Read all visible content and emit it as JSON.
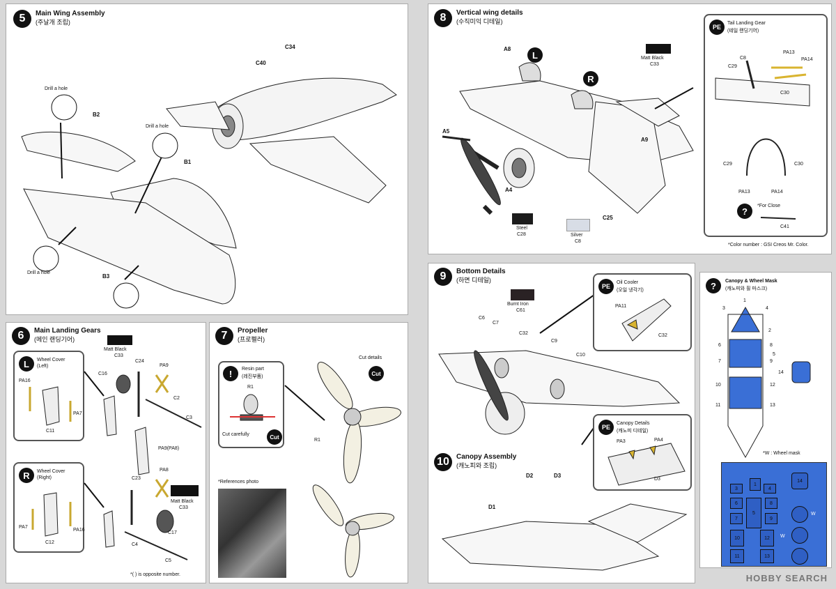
{
  "step5": {
    "num": "5",
    "title": "Main Wing Assembly",
    "sub": "(주날개 조립)",
    "labels": {
      "c34": "C34",
      "c40": "C40",
      "b2": "B2",
      "b1": "B1",
      "b3": "B3",
      "drill1": "Drill a hole",
      "drill2": "Drill a hole",
      "drill3": "Drill a hole"
    }
  },
  "step6": {
    "num": "6",
    "title": "Main Landing Gears",
    "sub": "(메인 랜딩기어)",
    "matt_top": "Matt Black",
    "matt_top_code": "C33",
    "left_badge": "L",
    "left_title": "Wheel Cover",
    "left_sub": "(Left)",
    "right_badge": "R",
    "right_title": "Wheel Cover",
    "right_sub": "(Right)",
    "labels": {
      "pa16a": "PA16",
      "pa7a": "PA7",
      "c11": "C11",
      "c16": "C16",
      "c24": "C24",
      "pa9": "PA9",
      "c2": "C2",
      "c3": "C3",
      "pa9pa8": "PA9(PA8)",
      "c23": "C23",
      "pa8": "PA8",
      "c4": "C4",
      "c5": "C5",
      "c17": "C17",
      "pa7b": "PA7",
      "c12": "C12",
      "pa16b": "PA16"
    },
    "matt_bottom": "Matt Black",
    "matt_bottom_code": "C33",
    "note": "*(  ) is opposite number."
  },
  "step7": {
    "num": "7",
    "title": "Propeller",
    "sub": "(프로펠러)",
    "resin_title": "Resin part",
    "resin_sub": "(레진부품)",
    "r1a": "R1",
    "cut_carefully": "Cut carefully",
    "cut": "Cut",
    "cut_details": "Cut details",
    "cut2": "Cut",
    "r1b": "R1",
    "ref_photo": "*References photo"
  },
  "step8": {
    "num": "8",
    "title": "Vertical wing details",
    "sub": "(수직미익 디테일)",
    "labels": {
      "a8": "A8",
      "l": "L",
      "r": "R",
      "a5": "A5",
      "a4": "A4",
      "a9": "A9",
      "c25": "C25"
    },
    "matt": "Matt Black",
    "matt_code": "C33",
    "steel": "Steel",
    "steel_code": "C28",
    "silver": "Silver",
    "silver_code": "C8",
    "pe_badge": "PE",
    "tail_title": "Tail Landing Gear",
    "tail_sub": "(테일 랜딩기어)",
    "tail_labels": {
      "c8": "C8",
      "pa13a": "PA13",
      "pa14a": "PA14",
      "c29a": "C29",
      "c30a": "C30",
      "c29b": "C29",
      "c30b": "C30",
      "pa13b": "PA13",
      "pa14b": "PA14",
      "for_close": "*For Close",
      "c41": "C41"
    },
    "note": "*Color number : GSI Creos Mr. Color."
  },
  "step9": {
    "num": "9",
    "title": "Bottom Details",
    "sub": "(하면 디테일)",
    "burnt": "Burnt Iron",
    "burnt_code": "C61",
    "labels": {
      "c6": "C6",
      "c7": "C7",
      "c32": "C32",
      "c9": "C9",
      "c10": "C10"
    },
    "pe1": "PE",
    "oil_title": "Oil Cooler",
    "oil_sub": "(오일 냉각기)",
    "pa11": "PA11",
    "c32b": "C32",
    "pe2": "PE",
    "canopy_det_title": "Canopy Details",
    "canopy_det_sub": "(캐노피 디테일)",
    "pa3": "PA3",
    "pa4": "PA4",
    "d3": "D3"
  },
  "step10": {
    "num": "10",
    "title": "Canopy Assembly",
    "sub": "(캐노피와 조립)",
    "labels": {
      "d1": "D1",
      "d2": "D2",
      "d3": "D3"
    }
  },
  "mask": {
    "title": "Canopy & Wheel Mask",
    "sub": "(캐노피와 휠 마스크)",
    "numbers": [
      "1",
      "2",
      "3",
      "4",
      "5",
      "6",
      "7",
      "8",
      "9",
      "10",
      "11",
      "12",
      "13",
      "14"
    ],
    "w_note": "*W : Wheel mask",
    "w": "W"
  },
  "colors": {
    "matt_black": "#111111",
    "burnt_iron": "#2a2224",
    "steel": "#1c1c1c",
    "silver": "#d8dde6",
    "mask_blue": "#3a6fd6",
    "pa_gold": "#d9b430"
  },
  "watermark": "HOBBY SEARCH"
}
